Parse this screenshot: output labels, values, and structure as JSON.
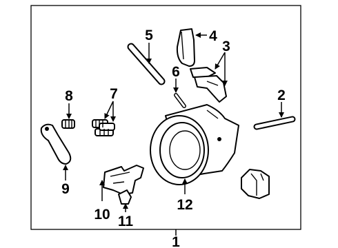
{
  "callouts": {
    "n1": "1",
    "n2": "2",
    "n3": "3",
    "n4": "4",
    "n5": "5",
    "n6": "6",
    "n7": "7",
    "n8": "8",
    "n9": "9",
    "n10": "10",
    "n11": "11",
    "n12": "12"
  }
}
